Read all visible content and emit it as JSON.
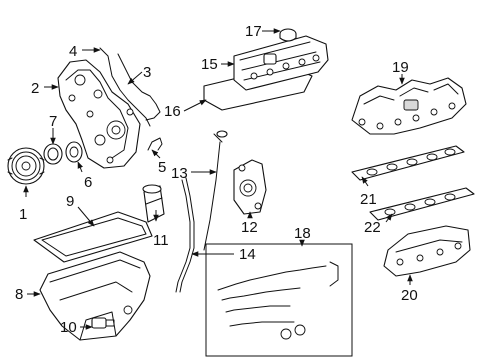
{
  "diagram": {
    "callouts": [
      {
        "id": "c1",
        "text": "1"
      },
      {
        "id": "c2",
        "text": "2"
      },
      {
        "id": "c3",
        "text": "3"
      },
      {
        "id": "c4",
        "text": "4"
      },
      {
        "id": "c5",
        "text": "5"
      },
      {
        "id": "c6",
        "text": "6"
      },
      {
        "id": "c7",
        "text": "7"
      },
      {
        "id": "c8",
        "text": "8"
      },
      {
        "id": "c9",
        "text": "9"
      },
      {
        "id": "c10",
        "text": "10"
      },
      {
        "id": "c11",
        "text": "11"
      },
      {
        "id": "c12",
        "text": "12"
      },
      {
        "id": "c13",
        "text": "13"
      },
      {
        "id": "c14",
        "text": "14"
      },
      {
        "id": "c15",
        "text": "15"
      },
      {
        "id": "c16",
        "text": "16"
      },
      {
        "id": "c17",
        "text": "17"
      },
      {
        "id": "c18",
        "text": "18"
      },
      {
        "id": "c19",
        "text": "19"
      },
      {
        "id": "c20",
        "text": "20"
      },
      {
        "id": "c21",
        "text": "21"
      },
      {
        "id": "c22",
        "text": "22"
      }
    ],
    "colors": {
      "line": "#111111",
      "background": "#ffffff"
    }
  }
}
